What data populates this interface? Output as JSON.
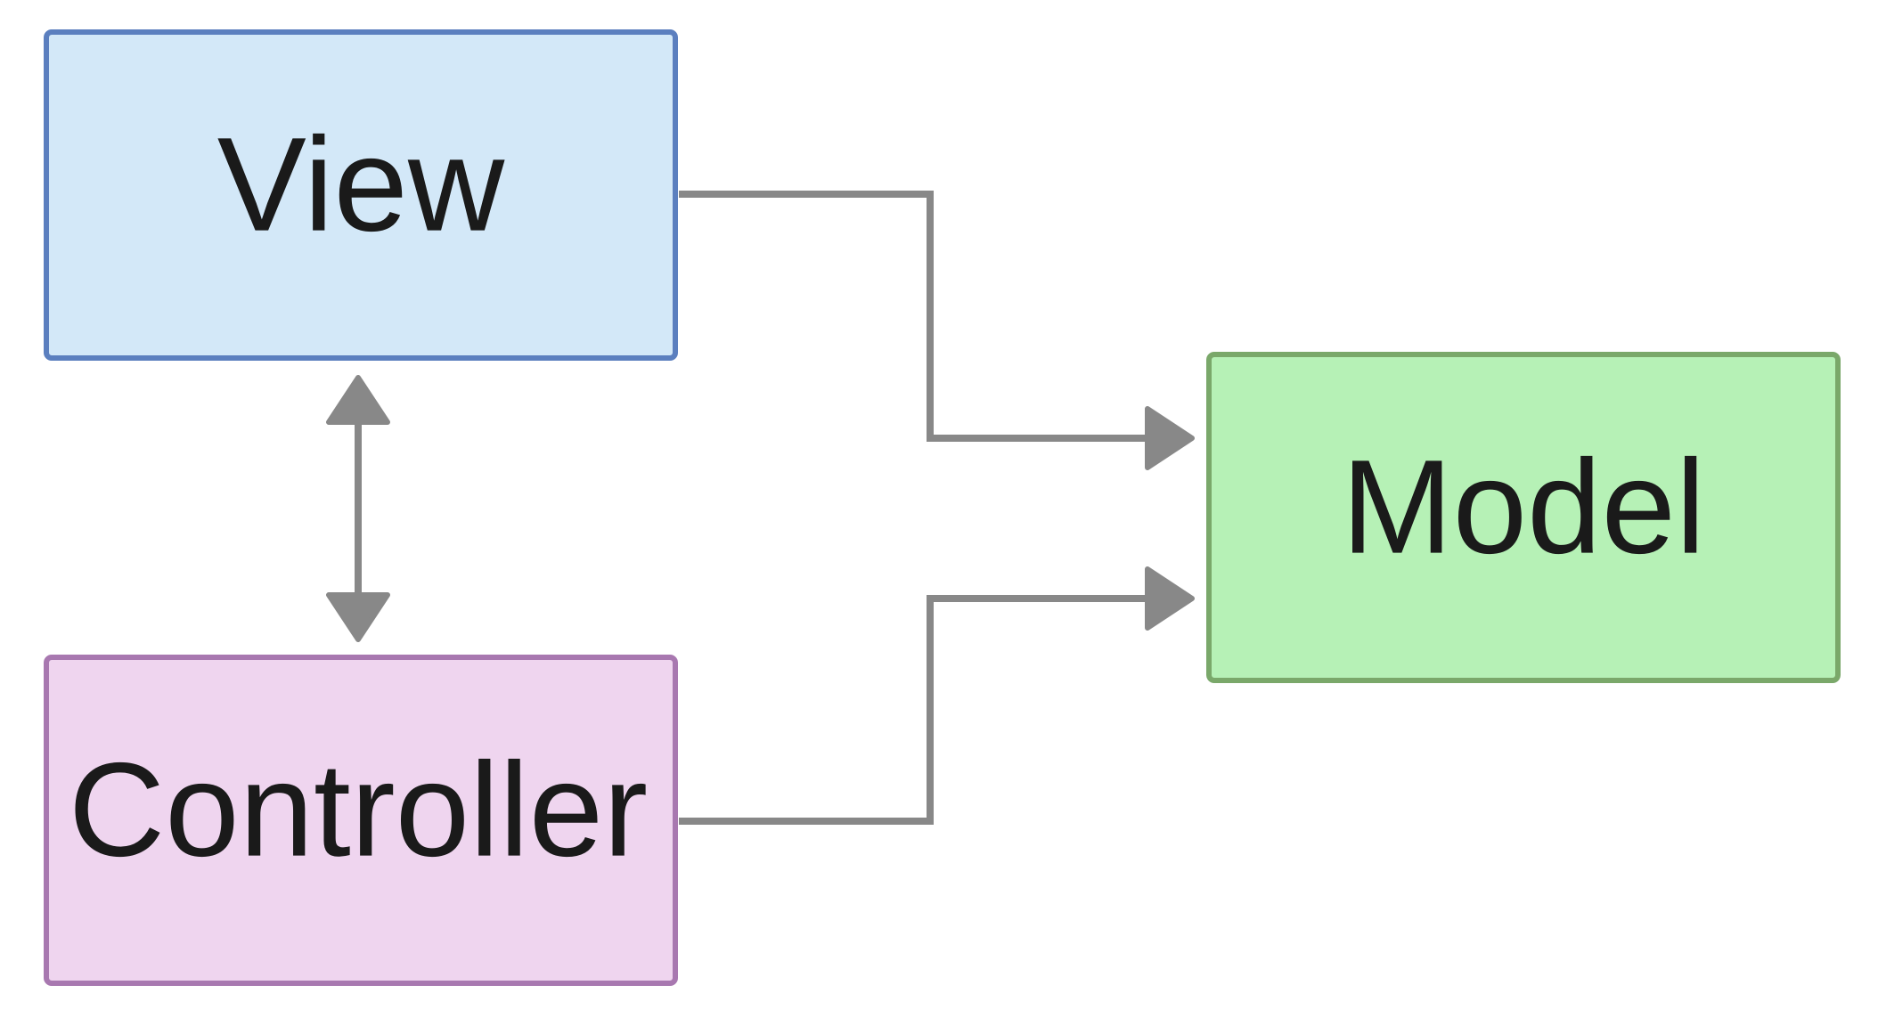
{
  "nodes": {
    "view": {
      "label": "View",
      "fill": "#d3e8f8",
      "stroke": "#5b7fbf"
    },
    "controller": {
      "label": "Controller",
      "fill": "#efd5ef",
      "stroke": "#a878b0"
    },
    "model": {
      "label": "Model",
      "fill": "#b6f1b6",
      "stroke": "#7aa86a"
    }
  },
  "edges": [
    {
      "from": "view",
      "to": "controller",
      "direction": "both"
    },
    {
      "from": "view",
      "to": "model",
      "direction": "forward"
    },
    {
      "from": "controller",
      "to": "model",
      "direction": "forward"
    }
  ],
  "colors": {
    "edge": "#888888"
  }
}
